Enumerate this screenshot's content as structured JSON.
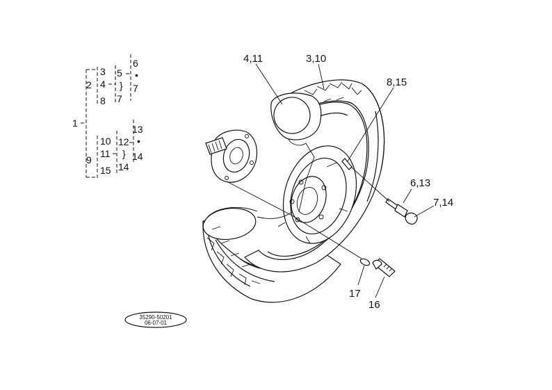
{
  "tree": {
    "root": "1",
    "groupA": {
      "head": "2",
      "col1": [
        "3",
        "4",
        "8"
      ],
      "sub": [
        "5",
        "7"
      ],
      "col3": [
        "6",
        "•",
        "7"
      ],
      "brace": "}"
    },
    "groupB": {
      "head": "9",
      "col1": [
        "10",
        "11",
        "15"
      ],
      "sub": [
        "12",
        "14"
      ],
      "col3": [
        "13",
        "•",
        "14"
      ],
      "brace": "}"
    }
  },
  "callouts": {
    "tube": "4,11",
    "tire": "3,10",
    "rim": "8,15",
    "valve": "6,13",
    "cap": "7,14",
    "washer": "17",
    "bolt": "16"
  },
  "stamp": {
    "line1": "35290-50201",
    "line2": "06-07-01"
  }
}
